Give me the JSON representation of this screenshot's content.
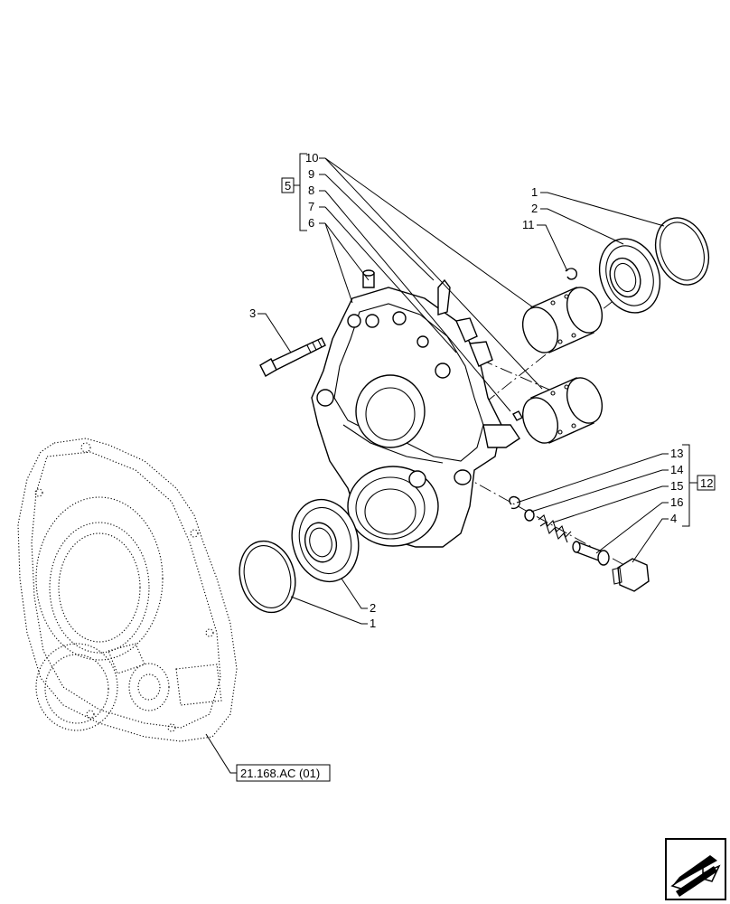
{
  "callouts": {
    "c10": "10",
    "c9": "9",
    "c8": "8",
    "c7": "7",
    "c6": "6",
    "c5": "5",
    "c3": "3",
    "c1_top": "1",
    "c2_top": "2",
    "c11": "11",
    "c13": "13",
    "c14": "14",
    "c15": "15",
    "c16": "16",
    "c4": "4",
    "c12": "12",
    "c2_bottom": "2",
    "c1_bottom": "1"
  },
  "reference_label": "21.168.AC (01)"
}
